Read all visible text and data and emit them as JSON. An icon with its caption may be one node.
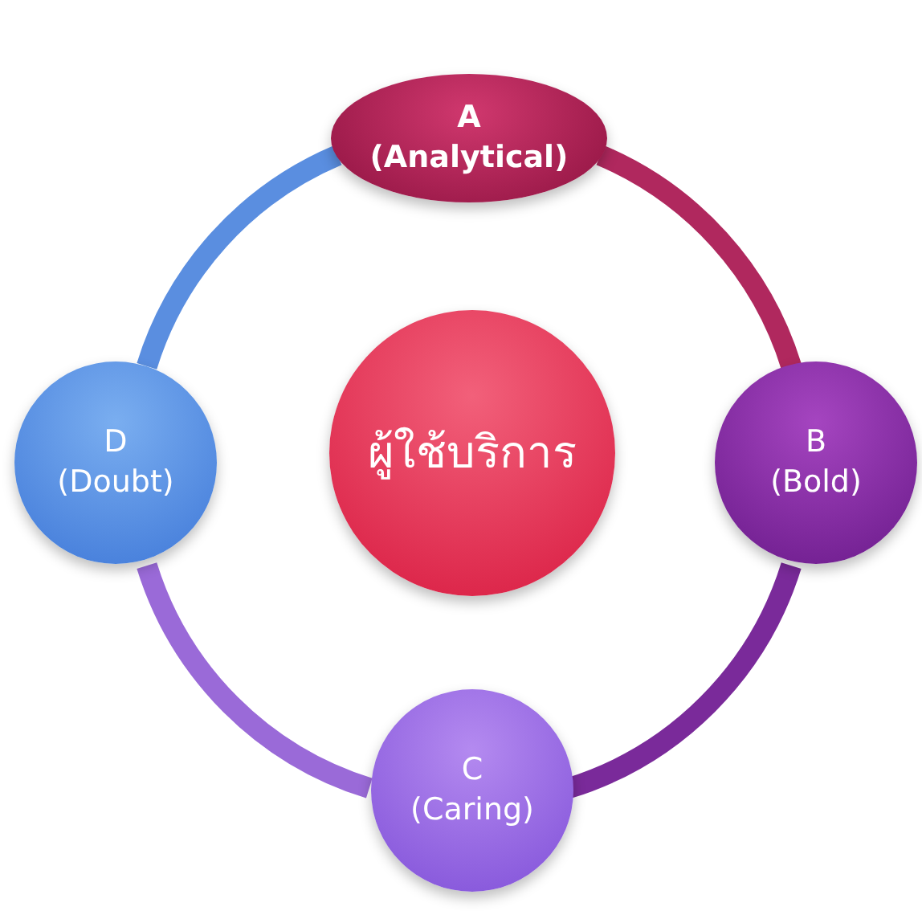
{
  "diagram": {
    "nodes": [
      {
        "text": [
          "A",
          "(Analytical)"
        ]
      },
      {
        "text": [
          "B",
          "(Bold)"
        ]
      },
      {
        "text": [
          "C",
          "(Caring)"
        ]
      },
      {
        "text": [
          "D",
          "(Doubt)"
        ]
      },
      {
        "text": [
          "ผู้ใช้บริการ"
        ]
      }
    ],
    "edges": [
      {
        "from": 0,
        "to": 1,
        "arrow": "none",
        "color": "#b0285e"
      },
      {
        "from": 1,
        "to": 2,
        "arrow": "none",
        "color": "#7a2a9a"
      },
      {
        "from": 2,
        "to": 3,
        "arrow": "none",
        "color": "#9a6ad8"
      },
      {
        "from": 3,
        "to": 0,
        "arrow": "none",
        "color": "#5a8ee0"
      }
    ]
  }
}
